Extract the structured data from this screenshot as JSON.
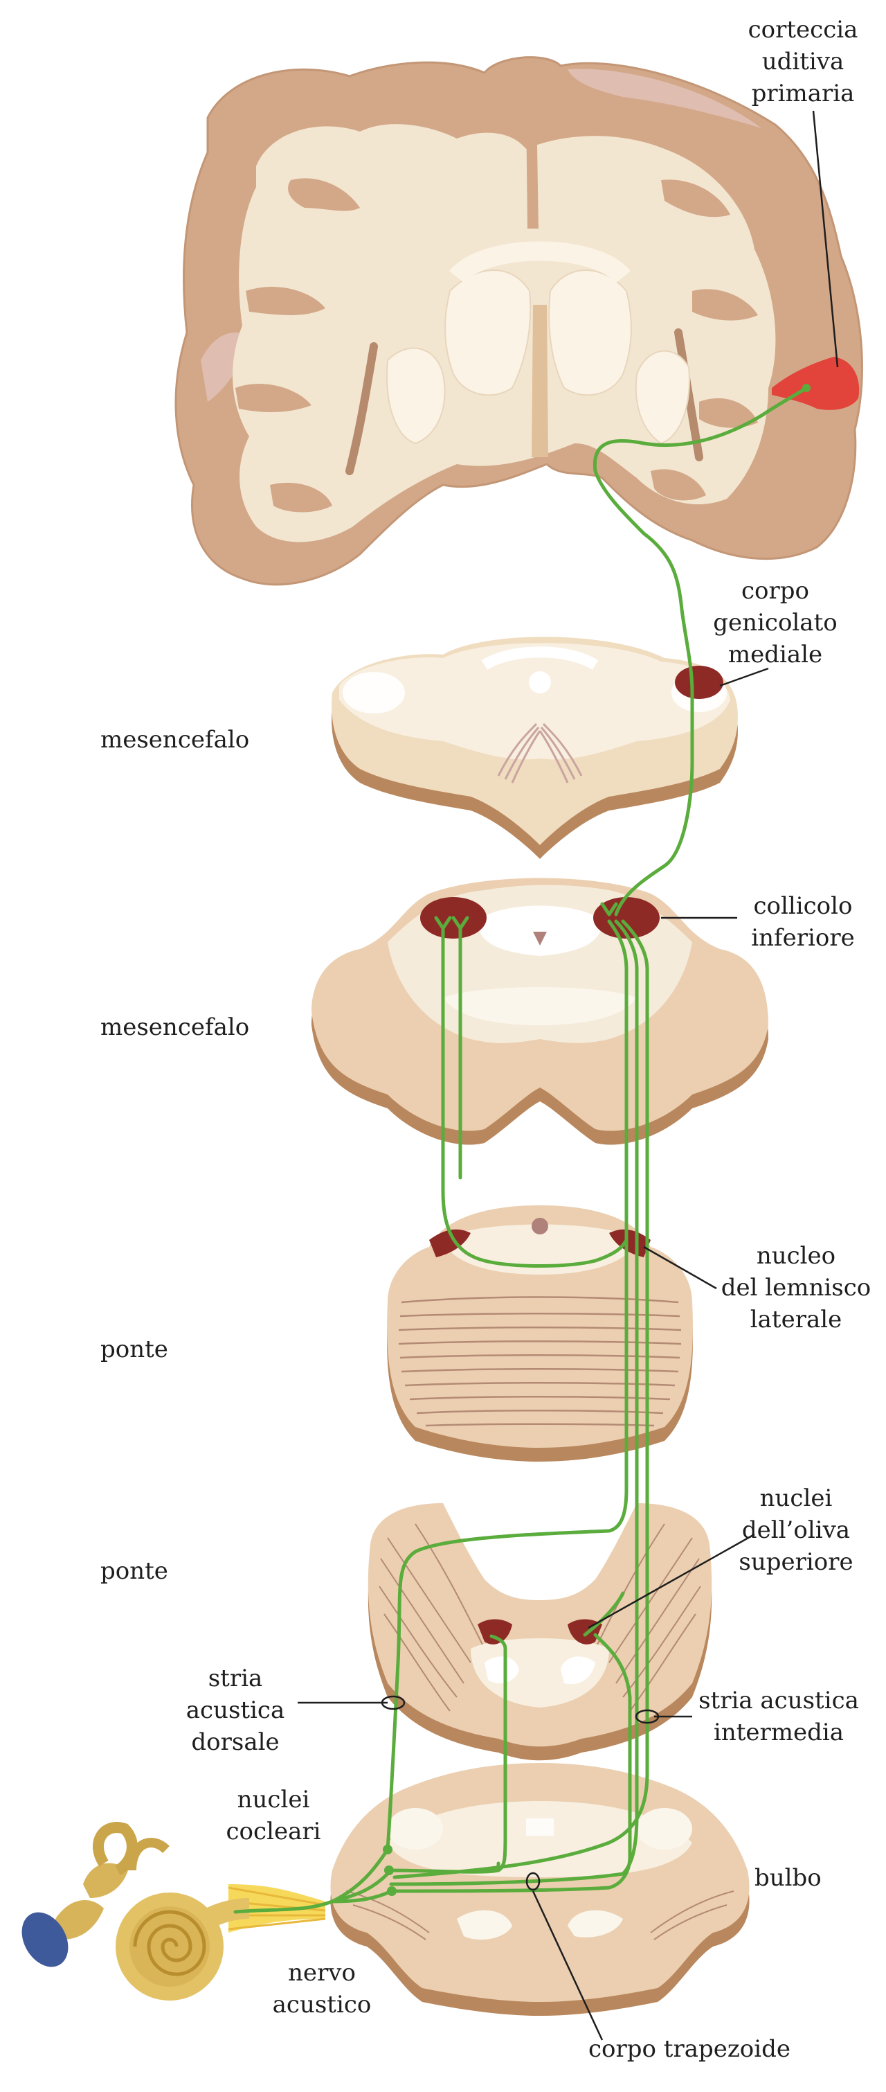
{
  "labels": {
    "cortex": [
      "corteccia",
      "uditiva",
      "primaria"
    ],
    "mgn": [
      "corpo",
      "genicolato",
      "mediale"
    ],
    "midbrain_upper": "mesencefalo",
    "midbrain_lower": "mesencefalo",
    "inferior_colliculus": [
      "collicolo",
      "inferiore"
    ],
    "lateral_lemniscus": [
      "nucleo",
      "del lemnisco",
      "laterale"
    ],
    "pons_upper": "ponte",
    "pons_lower": "ponte",
    "superior_olive": [
      "nuclei",
      "dell’oliva",
      "superiore"
    ],
    "dorsal_stria": [
      "stria",
      "acustica",
      "dorsale"
    ],
    "intermediate_stria": [
      "stria acustica",
      "intermedia"
    ],
    "cochlear_nuclei": [
      "nuclei",
      "cocleari"
    ],
    "medulla": "bulbo",
    "acoustic_nerve": [
      "nervo",
      "acustico"
    ],
    "trapezoid_body": "corpo trapezoide"
  },
  "colors": {
    "pathway": "#5aac3c",
    "cortex_highlight": "#e2433a",
    "nucleus": "#8e2a26",
    "tissue": "#f3e6d1",
    "gray_matter": "#d3a889",
    "slice_edge": "#b9875d"
  }
}
